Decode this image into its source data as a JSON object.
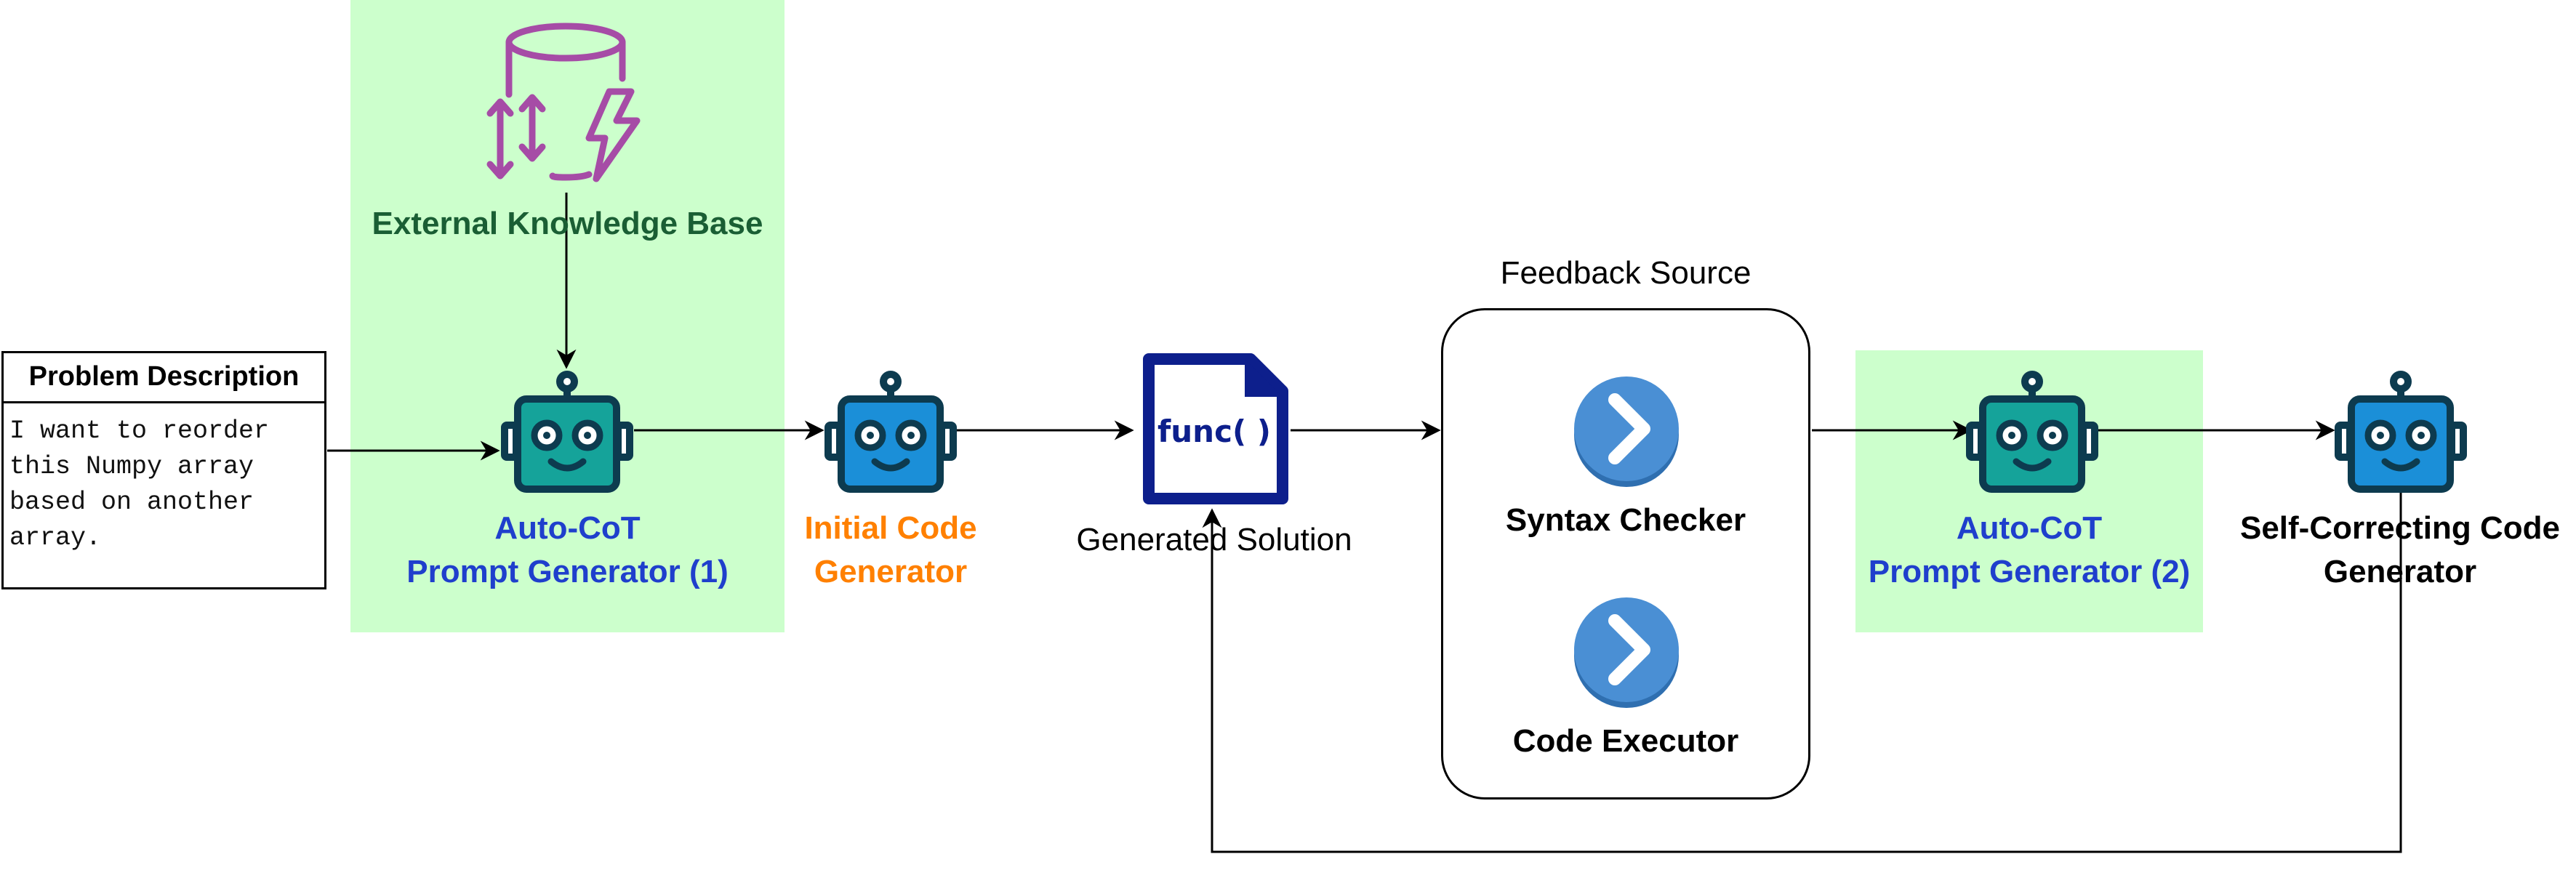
{
  "diagram": {
    "nodes": {
      "external_kb": {
        "label": "External Knowledge Base",
        "color": "#1a5e34",
        "icon": "database-lightning-icon",
        "icon_color": "#a64ca6"
      },
      "problem": {
        "title": "Problem Description",
        "text": "I want to reorder\nthis Numpy array\nbased on another\narray."
      },
      "autocot1": {
        "label_line1": "Auto-CoT",
        "label_line2": "Prompt Generator (1)",
        "color": "#1f3fcc",
        "icon": "robot-icon",
        "icon_color": "#15a39a"
      },
      "initial_gen": {
        "label_line1": "Initial Code",
        "label_line2": "Generator",
        "color": "#ff8000",
        "icon": "robot-icon",
        "icon_color": "#1b8fd8"
      },
      "solution": {
        "label": "Generated Solution",
        "doc_text": "func( )",
        "icon": "code-document-icon",
        "icon_color": "#0d1f8c"
      },
      "feedback": {
        "title": "Feedback Source",
        "syntax_label": "Syntax Checker",
        "exec_label": "Code Executor",
        "icon": "chevron-right-icon",
        "icon_color": "#4a8fd4"
      },
      "autocot2": {
        "label_line1": "Auto-CoT",
        "label_line2": "Prompt Generator (2)",
        "color": "#1f3fcc",
        "icon": "robot-icon",
        "icon_color": "#15a39a"
      },
      "self_correct": {
        "label_line1": "Self-Correcting Code",
        "label_line2": "Generator",
        "color": "#000000",
        "icon": "robot-icon",
        "icon_color": "#1b8fd8"
      }
    },
    "colors": {
      "highlight_bg": "#ccffcc",
      "robot_outline": "#0d3b4f",
      "edge": "#000000"
    }
  }
}
